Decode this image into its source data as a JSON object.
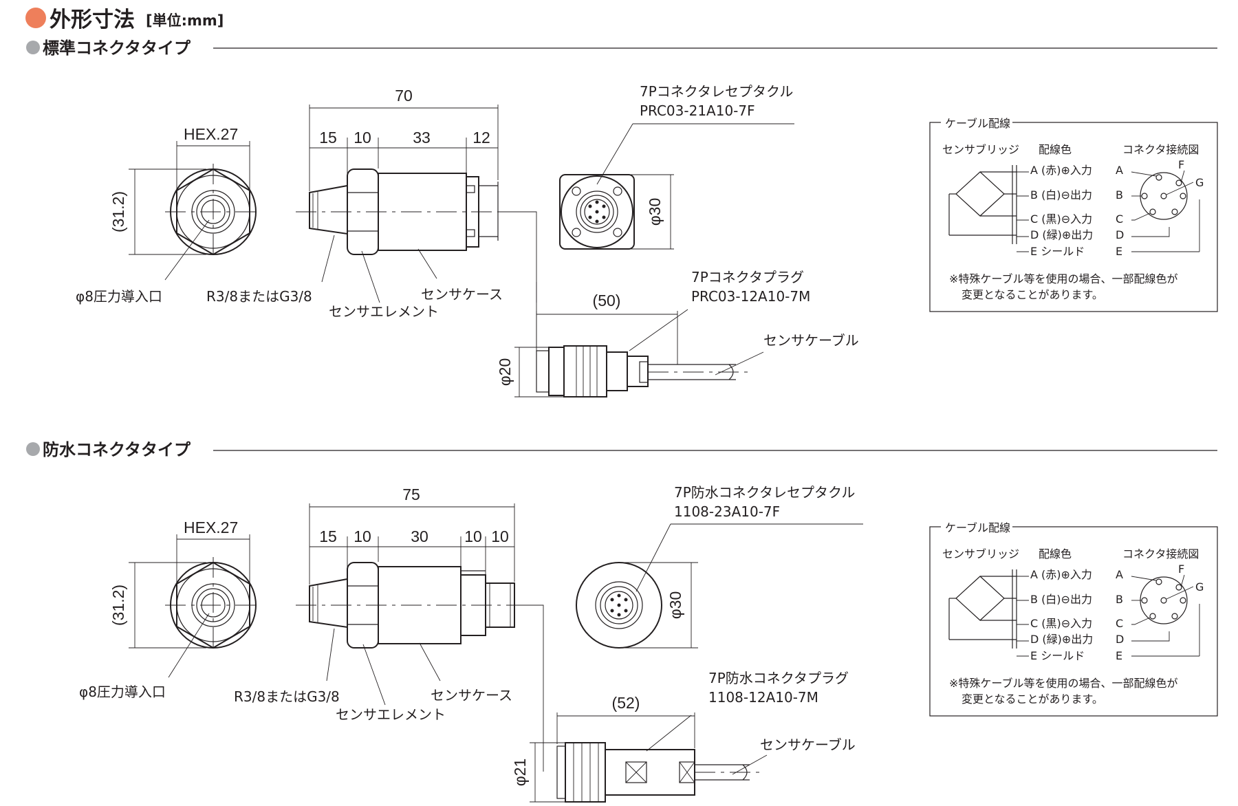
{
  "header": {
    "title": "外形寸法",
    "unit": "[単位:mm]",
    "accent_color": "#ee7f5b"
  },
  "sections": [
    {
      "heading": "標準コネクタタイプ",
      "dims": {
        "total": "70",
        "d1": "15",
        "d2": "10",
        "d3": "33",
        "d4": "12",
        "hex": "HEX.27",
        "height": "(31.2)",
        "receptacle_dia": "φ30",
        "plug_len": "(50)",
        "plug_dia": "φ20"
      },
      "labels": {
        "inlet": "φ8圧力導入口",
        "thread": "R3/8またはG3/8",
        "element": "センサエレメント",
        "case": "センサケース",
        "receptacle_name": "7Pコネクタレセプタクル",
        "receptacle_part": "PRC03-21A10-7F",
        "plug_name": "7Pコネクタプラグ",
        "plug_part": "PRC03-12A10-7M",
        "cable": "センサケーブル"
      }
    },
    {
      "heading": "防水コネクタタイプ",
      "dims": {
        "total": "75",
        "d1": "15",
        "d2": "10",
        "d3": "30",
        "d4": "10",
        "d5": "10",
        "hex": "HEX.27",
        "height": "(31.2)",
        "receptacle_dia": "φ30",
        "plug_len": "(52)",
        "plug_dia": "φ21"
      },
      "labels": {
        "inlet": "φ8圧力導入口",
        "thread": "R3/8またはG3/8",
        "element": "センサエレメント",
        "case": "センサケース",
        "receptacle_name": "7P防水コネクタレセプタクル",
        "receptacle_part": "1108-23A10-7F",
        "plug_name": "7P防水コネクタプラグ",
        "plug_part": "1108-12A10-7M",
        "cable": "センサケーブル"
      }
    }
  ],
  "wiring_box": {
    "title": "ケーブル配線",
    "col_bridge": "センサブリッジ",
    "col_color": "配線色",
    "col_connector": "コネクタ接続図",
    "rows": [
      "A (赤)⊕入力",
      "B (白)⊖出力",
      "C (黒)⊖入力",
      "D (緑)⊕出力",
      "E シールド"
    ],
    "pins": [
      "A",
      "B",
      "C",
      "D",
      "E"
    ],
    "pin_f": "F",
    "pin_g": "G",
    "note_line1": "※特殊ケーブル等を使用の場合、一部配線色が",
    "note_line2": "変更となることがあります。"
  }
}
